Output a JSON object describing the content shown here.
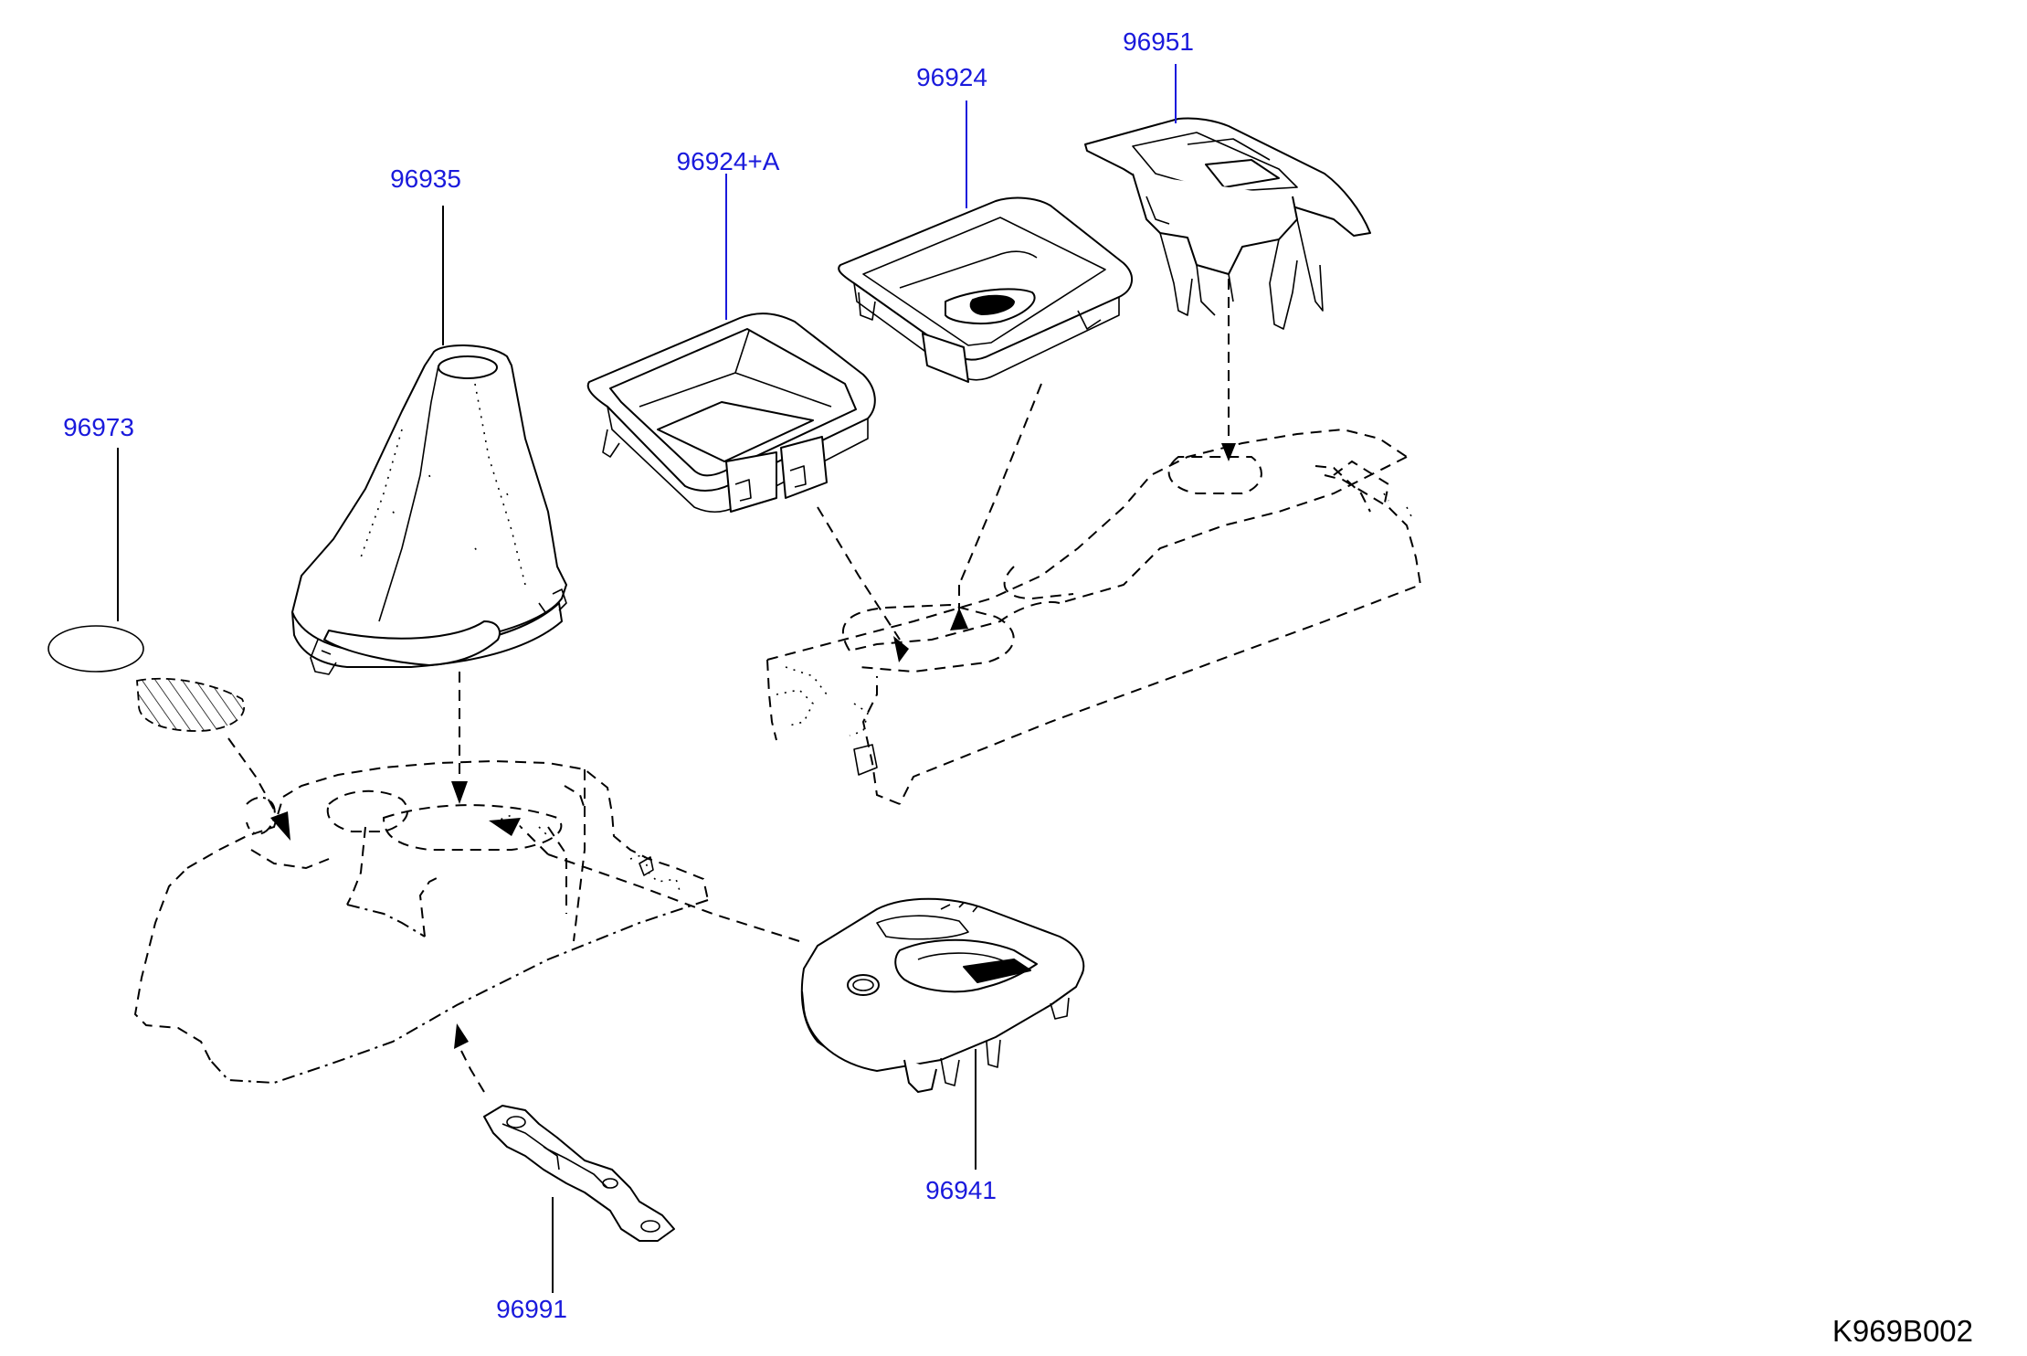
{
  "diagram": {
    "drawing_code": "K969B002",
    "parts": [
      {
        "id": "96973",
        "label": "96973"
      },
      {
        "id": "96935",
        "label": "96935"
      },
      {
        "id": "96924+A",
        "label": "96924+A"
      },
      {
        "id": "96924",
        "label": "96924"
      },
      {
        "id": "96951",
        "label": "96951"
      },
      {
        "id": "96941",
        "label": "96941"
      },
      {
        "id": "96991",
        "label": "96991"
      }
    ]
  }
}
